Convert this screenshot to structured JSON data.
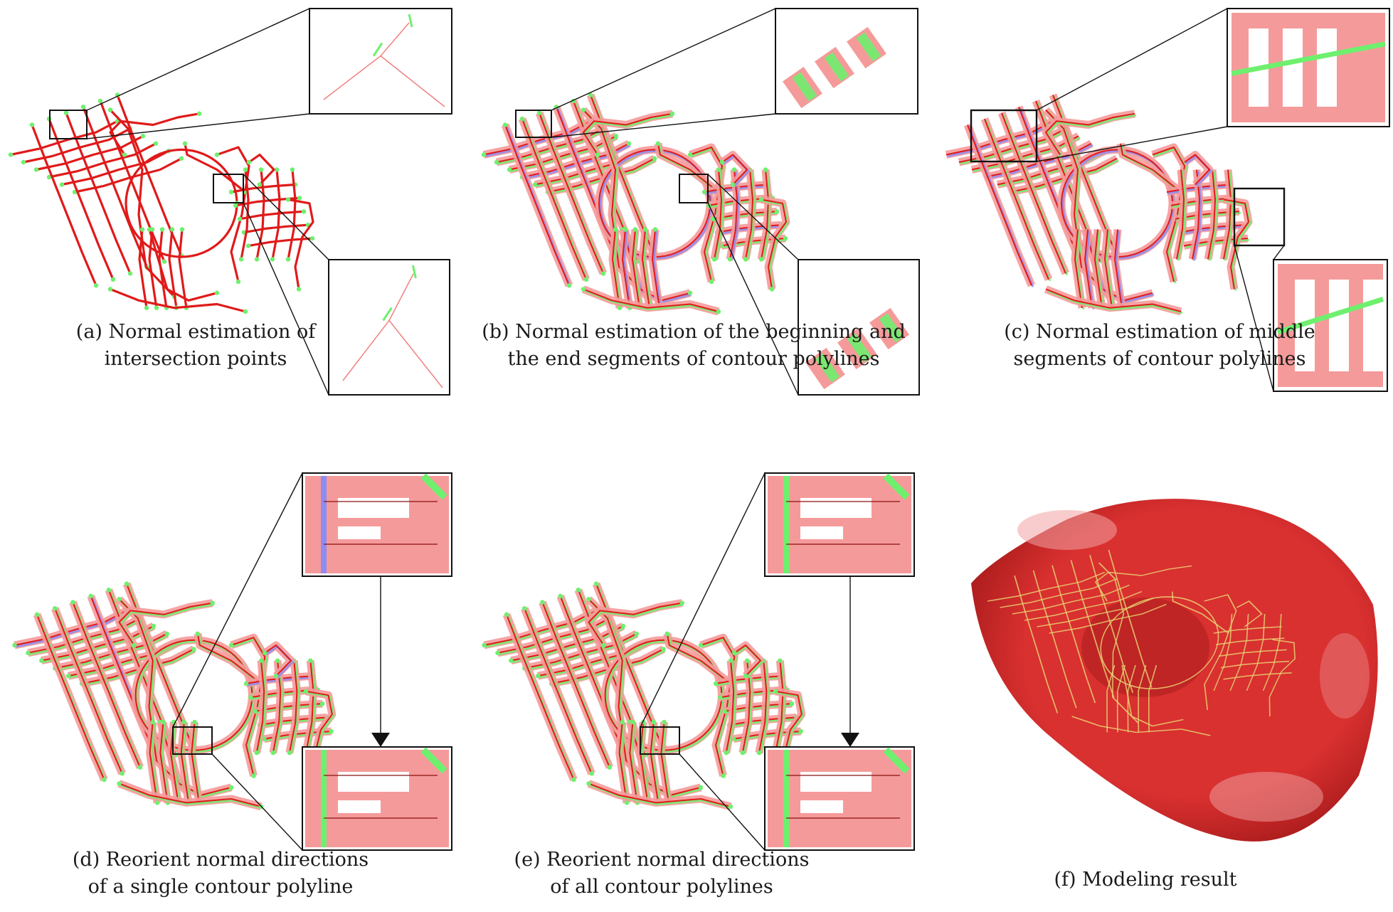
{
  "figure": {
    "panels": [
      {
        "id": "a",
        "caption_line1": "(a) Normal estimation of",
        "caption_line2": "intersection points"
      },
      {
        "id": "b",
        "caption_line1": "(b) Normal estimation of the beginning and",
        "caption_line2": "the end segments of contour polylines"
      },
      {
        "id": "c",
        "caption_line1": "(c) Normal estimation of middle",
        "caption_line2": "segments of contour polylines"
      },
      {
        "id": "d",
        "caption_line1": "(d) Reorient normal directions",
        "caption_line2": "of a single contour polyline"
      },
      {
        "id": "e",
        "caption_line1": "(e)  Reorient normal directions",
        "caption_line2": "of all contour polylines"
      },
      {
        "id": "f",
        "caption_line1": "(f) Modeling result",
        "caption_line2": ""
      }
    ]
  },
  "colors": {
    "polyline": "#e01a1a",
    "normal_band": "#f59a9a",
    "normal_green": "#6ef06e",
    "normal_blue": "#8c8cf2",
    "surface": "#d93030",
    "surface_dark": "#8f1010",
    "surface_light": "#f2a3a3",
    "box": "#111111"
  }
}
